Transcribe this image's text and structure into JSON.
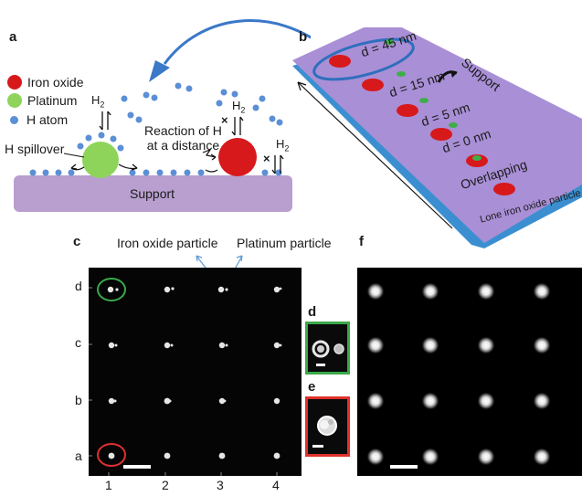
{
  "panel_a": {
    "letter": "a",
    "legend": [
      {
        "label": "Iron oxide",
        "color": "#d7191c"
      },
      {
        "label": "Platinum",
        "color": "#8ed45b"
      },
      {
        "label": "H atom",
        "color": "#5b8fd6"
      }
    ],
    "support_label": "Support",
    "spillover_label": "H spillover",
    "reaction_label_line1": "Reaction of H",
    "reaction_label_line2": "at a distance",
    "h2_label": "H",
    "h2_sub": "2",
    "cross_symbol": "×"
  },
  "panel_b": {
    "letter": "b",
    "support_label": "Support",
    "rows": [
      {
        "label": "d = 45 nm"
      },
      {
        "label": "d = 15 nm"
      },
      {
        "label": "d = 5 nm"
      },
      {
        "label": "d = 0 nm"
      },
      {
        "label": "Overlapping"
      },
      {
        "label": "Lone iron oxide particle"
      }
    ]
  },
  "panel_c": {
    "letter": "c",
    "row_labels": [
      "d",
      "c",
      "b",
      "a"
    ],
    "col_labels": [
      "1",
      "2",
      "3",
      "4"
    ],
    "callout_iron": "Iron oxide particle",
    "callout_platinum": "Platinum particle"
  },
  "panel_d": {
    "letter": "d"
  },
  "panel_e": {
    "letter": "e"
  },
  "panel_f": {
    "letter": "f"
  },
  "colors": {
    "support": "#b89fcf",
    "chip_top": "#a98fd6",
    "chip_edge": "#3b8fd1",
    "highlight_green": "#3aa84a",
    "highlight_red": "#e0302b",
    "arrow_blue": "#3a78c8"
  }
}
